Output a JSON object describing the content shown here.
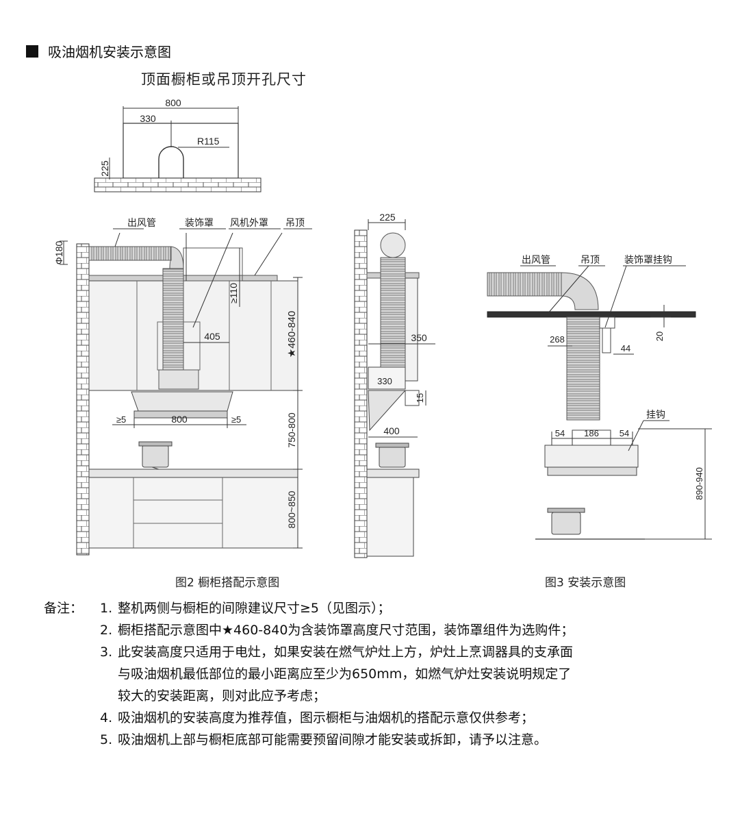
{
  "header": {
    "title": "吸油烟机安装示意图"
  },
  "top_diagram": {
    "title": "顶面橱柜或吊顶开孔尺寸",
    "dim_total": "800",
    "dim_left": "330",
    "dim_radius": "R115",
    "dim_height": "225"
  },
  "fig2": {
    "labels": {
      "outlet": "出风管",
      "cover": "装饰罩",
      "fan_cover": "风机外罩",
      "ceiling": "吊顶"
    },
    "dims": {
      "pipe_dia": "Φ180",
      "gap_top": "≥110",
      "width_cover": "405",
      "cover_height": "★460-840",
      "hood_width": "800",
      "side_gap_left": "≥5",
      "side_gap_right": "≥5",
      "hood_height": "750-800",
      "counter_height": "800~850"
    },
    "side": {
      "top": "225",
      "depth": "350",
      "bottom_box": "330",
      "h15": "15",
      "base": "400"
    },
    "caption": "图2  橱柜搭配示意图"
  },
  "fig3": {
    "labels": {
      "outlet": "出风管",
      "ceiling": "吊顶",
      "hook": "装饰罩挂钩",
      "hanger": "挂钩"
    },
    "dims": {
      "d20": "20",
      "d268": "268",
      "d44": "44",
      "d54a": "54",
      "d186": "186",
      "d54b": "54",
      "height": "890-940"
    },
    "caption": "图3  安装示意图"
  },
  "notes": {
    "label": "备注：",
    "items": [
      {
        "num": "1.",
        "text": "整机两侧与橱柜的间隙建议尺寸≥5（见图示）；"
      },
      {
        "num": "2.",
        "text": "橱柜搭配示意图中★460-840为含装饰罩高度尺寸范围，装饰罩组件为选购件；"
      },
      {
        "num": "3.",
        "text": "此安装高度只适用于电灶，如果安装在燃气炉灶上方，炉灶上烹调器具的支承面"
      },
      {
        "cont": "与吸油烟机最低部位的最小距离应至少为650mm，如燃气炉灶安装说明规定了"
      },
      {
        "cont": "较大的安装距离，则对此应予考虑；"
      },
      {
        "num": "4.",
        "text": "吸油烟机的安装高度为推荐值，图示橱柜与油烟机的搭配示意仅供参考；"
      },
      {
        "num": "5.",
        "text": "吸油烟机上部与橱柜底部可能需要预留间隙才能安装或拆卸，请予以注意。"
      }
    ]
  }
}
